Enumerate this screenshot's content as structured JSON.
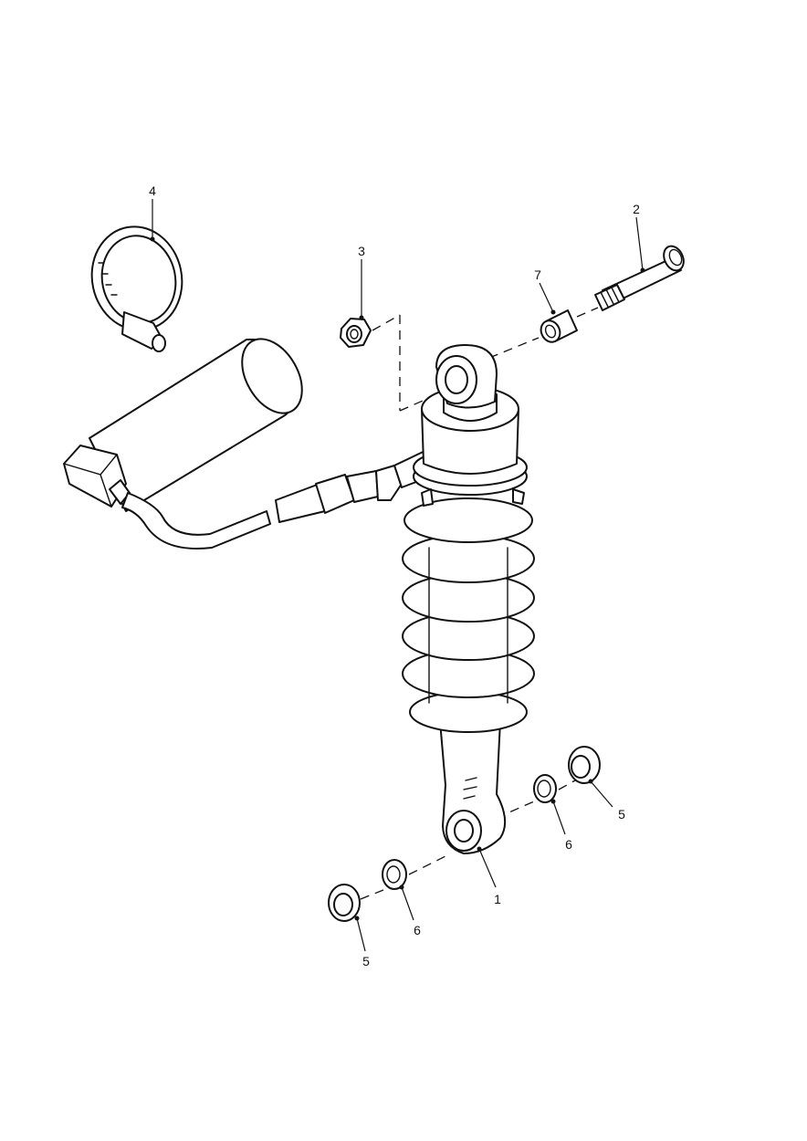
{
  "callouts": [
    {
      "id": "1",
      "label": "1",
      "part": "shock-absorber"
    },
    {
      "id": "2",
      "label": "2",
      "part": "bolt"
    },
    {
      "id": "3",
      "label": "3",
      "part": "nut"
    },
    {
      "id": "4",
      "label": "4",
      "part": "hose-clip"
    },
    {
      "id": "5a",
      "label": "5",
      "part": "washer"
    },
    {
      "id": "5b",
      "label": "5",
      "part": "washer"
    },
    {
      "id": "6a",
      "label": "6",
      "part": "bush"
    },
    {
      "id": "6b",
      "label": "6",
      "part": "bush"
    },
    {
      "id": "7",
      "label": "7",
      "part": "bearing-sleeve"
    }
  ],
  "colors": {
    "line": "#111111",
    "background": "#ffffff"
  }
}
